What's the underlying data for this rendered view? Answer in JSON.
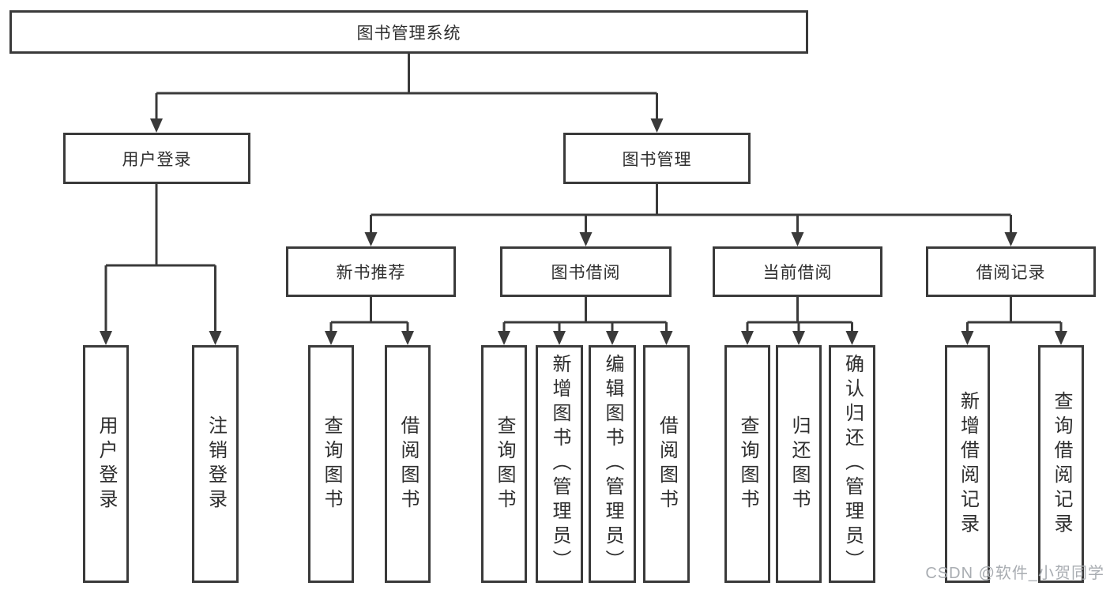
{
  "root": {
    "label": "图书管理系统"
  },
  "branches": {
    "userLogin": {
      "label": "用户登录"
    },
    "bookMgmt": {
      "label": "图书管理"
    },
    "newBooks": {
      "label": "新书推荐"
    },
    "bookBorrow": {
      "label": "图书借阅"
    },
    "currentBorrow": {
      "label": "当前借阅"
    },
    "borrowRecords": {
      "label": "借阅记录"
    }
  },
  "leaves": {
    "loginUser": {
      "label": "用户登录"
    },
    "logout": {
      "label": "注销登录"
    },
    "nbQuery": {
      "label": "查询图书"
    },
    "nbBorrow": {
      "label": "借阅图书"
    },
    "bbQuery": {
      "label": "查询图书"
    },
    "bbAdd": {
      "label": "新增图书（管理员）"
    },
    "bbEdit": {
      "label": "编辑图书（管理员）"
    },
    "bbBorrow": {
      "label": "借阅图书"
    },
    "cbQuery": {
      "label": "查询图书"
    },
    "cbReturn": {
      "label": "归还图书"
    },
    "cbConfirm": {
      "label": "确认归还（管理员）"
    },
    "brAdd": {
      "label": "新增借阅记录"
    },
    "brQuery": {
      "label": "查询借阅记录"
    }
  },
  "watermark": {
    "text": "CSDN @软件_小贺同学"
  },
  "colors": {
    "background": "#ffffff",
    "line": "#3a3a3a",
    "box_border": "#3a3a3a",
    "text": "#2e2e2e",
    "watermark": "#a9adb2"
  }
}
